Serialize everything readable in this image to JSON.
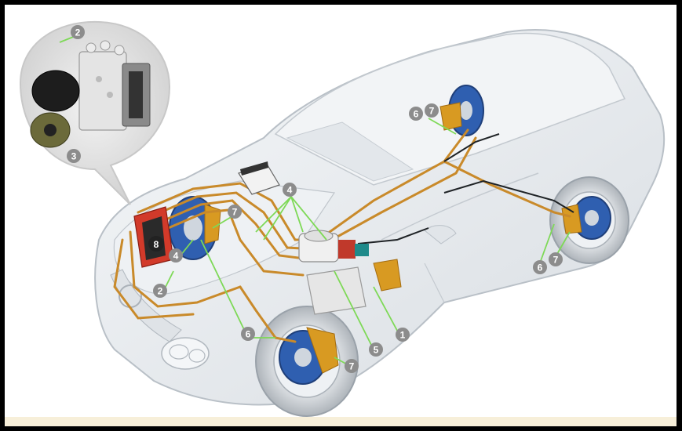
{
  "colors": {
    "brake_line": "#c98a2a",
    "callout_line": "#7ed957",
    "callout_disc": "#8c8c8c",
    "highlight_disc": "#222222",
    "car_body": "#e9ecef",
    "rotor": "#2f5fb0",
    "caliper": "#d89a22"
  },
  "callouts": [
    {
      "id": "c2-inset",
      "label": "2"
    },
    {
      "id": "c3-inset",
      "label": "3"
    },
    {
      "id": "c6-rear-top",
      "label": "6"
    },
    {
      "id": "c7-rear-top",
      "label": "7"
    },
    {
      "id": "c4-top",
      "label": "4"
    },
    {
      "id": "c7-front-left",
      "label": "7"
    },
    {
      "id": "c8",
      "label": "8"
    },
    {
      "id": "c4-left",
      "label": "4"
    },
    {
      "id": "c2-left",
      "label": "2"
    },
    {
      "id": "c6-front",
      "label": "6"
    },
    {
      "id": "c5",
      "label": "5"
    },
    {
      "id": "c1",
      "label": "1"
    },
    {
      "id": "c7-front-bottom",
      "label": "7"
    },
    {
      "id": "c6-rear-right",
      "label": "6"
    },
    {
      "id": "c7-rear-right",
      "label": "7"
    }
  ]
}
